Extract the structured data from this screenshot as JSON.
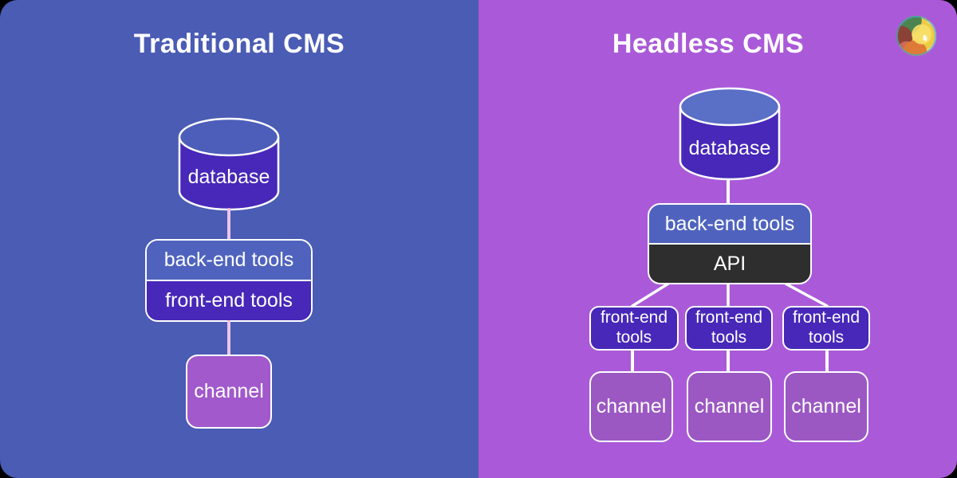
{
  "left_panel": {
    "title": "Traditional CMS",
    "database_label": "database",
    "backend_label": "back-end tools",
    "frontend_label": "front-end tools",
    "channel_label": "channel"
  },
  "right_panel": {
    "title": "Headless CMS",
    "database_label": "database",
    "backend_label": "back-end tools",
    "api_label": "API",
    "frontend_boxes": [
      "front-end tools",
      "front-end tools",
      "front-end tools"
    ],
    "channels": [
      "channel",
      "channel",
      "channel"
    ]
  },
  "logo": {
    "name": "glass-marble-logo"
  },
  "colors": {
    "left-bg": "#4a5cb4",
    "right-bg": "#aa5ad8",
    "dark-purple": "#4728b8",
    "cell-blue": "#4f63be",
    "api-dark": "#2e2e2e",
    "channel-left": "#a159cb",
    "channel-right": "#9b58c2",
    "pink-line": "#efc3e9",
    "cyl-top-left": "#4c5eb9",
    "cyl-top-right": "#5a6fc6"
  }
}
